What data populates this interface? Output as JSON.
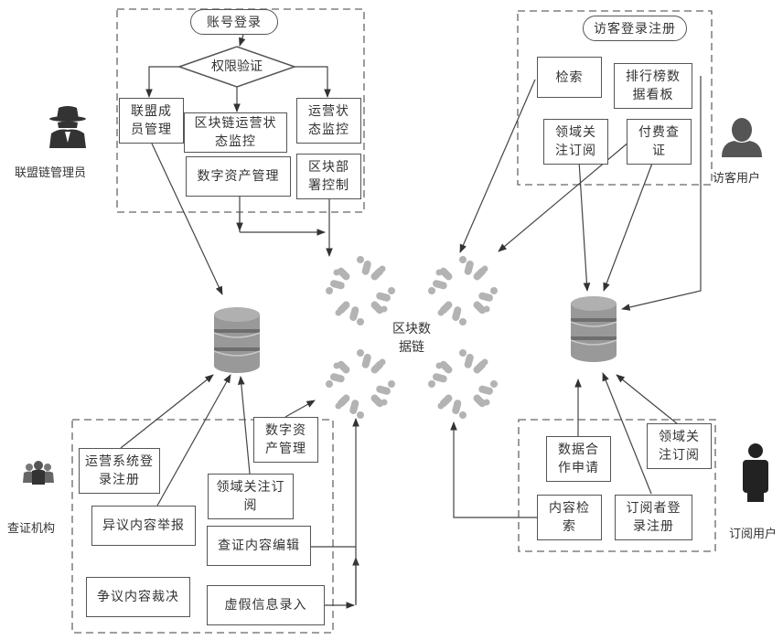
{
  "center": {
    "label_line1": "区块数",
    "label_line2": "据链"
  },
  "actors": {
    "admin": {
      "label": "联盟链管理员",
      "icon": "spy-admin-icon"
    },
    "verifier": {
      "label": "查证机构",
      "icon": "group-people-icon"
    },
    "visitor": {
      "label": "访客用户",
      "icon": "user-silhouette-icon"
    },
    "subscriber": {
      "label": "订阅用户",
      "icon": "standing-person-icon"
    }
  },
  "admin_panel": {
    "start": "账号登录",
    "decision": "权限验证",
    "boxes": {
      "member_mgmt": [
        "联盟成",
        "员管理"
      ],
      "chain_monitor": [
        "区块链运营状",
        "态监控"
      ],
      "ops_monitor": [
        "运营状",
        "态监控"
      ],
      "asset_mgmt": [
        "数字资产管理"
      ],
      "block_deploy": [
        "区块部",
        "署控制"
      ]
    }
  },
  "visitor_panel": {
    "title": "访客登录注册",
    "boxes": {
      "search": [
        "检索"
      ],
      "ranking": [
        "排行榜数",
        "据看板"
      ],
      "domain_sub": [
        "领域关",
        "注订阅"
      ],
      "paid_verify": [
        "付费查",
        "证"
      ]
    }
  },
  "verifier_panel": {
    "boxes": {
      "asset_mgmt": [
        "数字资",
        "产管理"
      ],
      "ops_login": [
        "运营系统登",
        "录注册"
      ],
      "dispute_report": [
        "异议内容举报"
      ],
      "domain_sub": [
        "领域关注订",
        "阅"
      ],
      "verify_edit": [
        "查证内容编辑"
      ],
      "dispute_ruling": [
        "争议内容裁决"
      ],
      "false_info": [
        "虚假信息录入"
      ]
    }
  },
  "subscriber_panel": {
    "boxes": {
      "data_coop": [
        "数据合",
        "作申请"
      ],
      "domain_sub": [
        "领域关",
        "注订阅"
      ],
      "content_search": [
        "内容检",
        "索"
      ],
      "sub_login": [
        "订阅者登",
        "录注册"
      ]
    }
  },
  "colors": {
    "line": "#444444",
    "dash": "#666666",
    "chain": "#b3b3b3",
    "db": "#9a9a9a",
    "icon": "#333333"
  }
}
